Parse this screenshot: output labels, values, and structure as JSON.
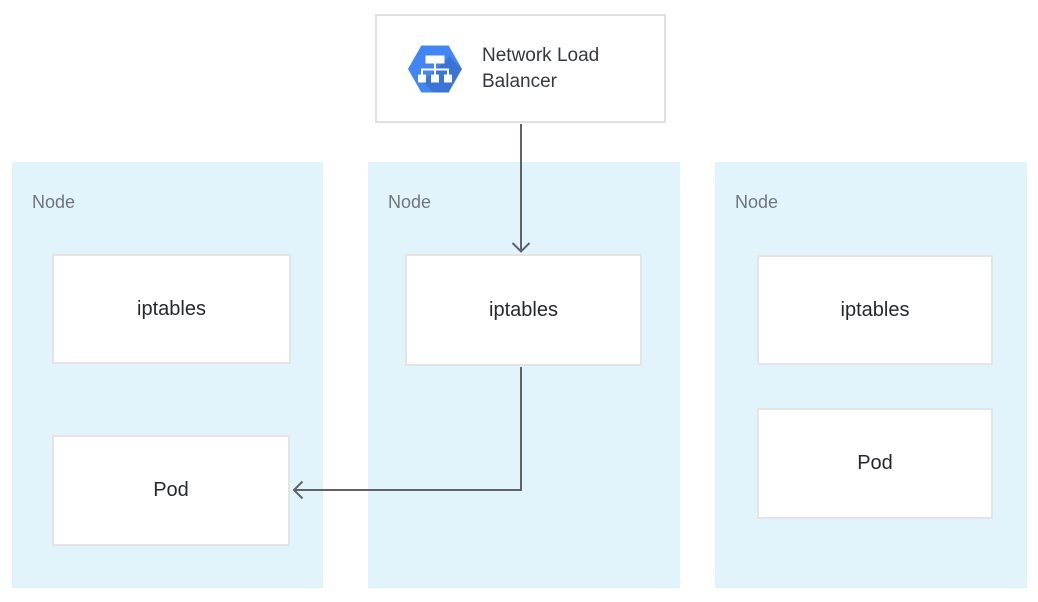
{
  "load_balancer": {
    "label": "Network Load Balancer"
  },
  "nodes": [
    {
      "label": "Node",
      "boxes": [
        {
          "label": "iptables"
        },
        {
          "label": "Pod"
        }
      ]
    },
    {
      "label": "Node",
      "boxes": [
        {
          "label": "iptables"
        }
      ]
    },
    {
      "label": "Node",
      "boxes": [
        {
          "label": "iptables"
        },
        {
          "label": "Pod"
        }
      ]
    }
  ],
  "arrows": [
    {
      "from": "network-load-balancer-card",
      "to": "node-2-iptables-box",
      "style": "straight-down"
    },
    {
      "from": "node-2-iptables-box",
      "to": "node-1-pod-box",
      "style": "elbow-down-left"
    }
  ],
  "icons": {
    "load_balancer": "network-load-balancer-hexagon-icon"
  },
  "colors": {
    "node_background": "#E1F4FB",
    "box_background": "#FFFFFF",
    "box_border": "#E4E4E4",
    "card_border": "#E0E0E0",
    "arrow": "#5F6368",
    "node_label_text": "#70757A",
    "box_label_text": "#26282B",
    "lb_label_text": "#36393D",
    "icon_hexagon_blue": "#4285F4",
    "icon_glyph_white": "#FFFFFF"
  }
}
